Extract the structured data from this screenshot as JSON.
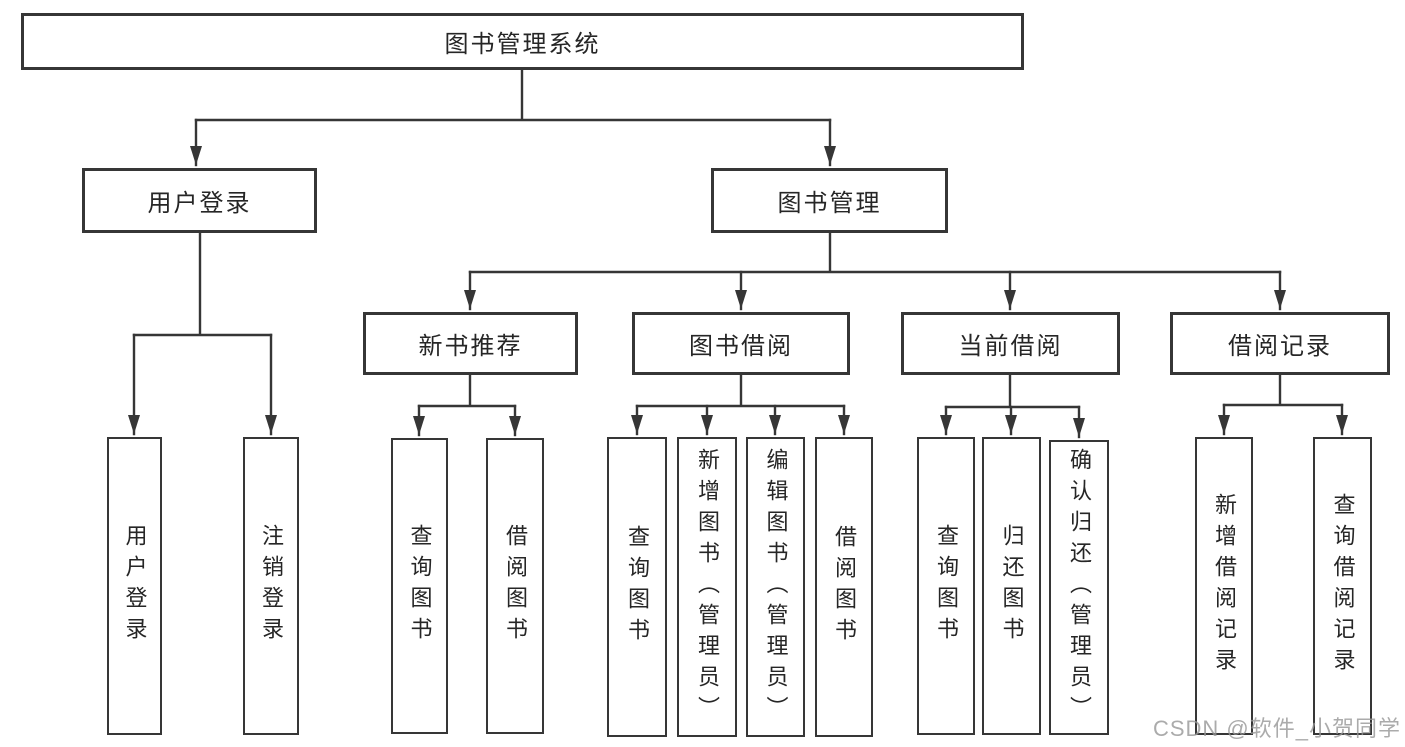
{
  "diagram": {
    "title": "图书管理系统",
    "type": "function-structure-tree",
    "colors": {
      "line": "#363636",
      "border": "#363636",
      "text": "#262626",
      "background": "#ffffff",
      "watermark": "#969696"
    },
    "tree": {
      "label": "图书管理系统",
      "children": [
        {
          "label": "用户登录",
          "children": [
            {
              "label": "用户登录"
            },
            {
              "label": "注销登录"
            }
          ]
        },
        {
          "label": "图书管理",
          "children": [
            {
              "label": "新书推荐",
              "children": [
                {
                  "label": "查询图书"
                },
                {
                  "label": "借阅图书"
                }
              ]
            },
            {
              "label": "图书借阅",
              "children": [
                {
                  "label": "查询图书"
                },
                {
                  "label": "新增图书（管理员）"
                },
                {
                  "label": "编辑图书（管理员）"
                },
                {
                  "label": "借阅图书"
                }
              ]
            },
            {
              "label": "当前借阅",
              "children": [
                {
                  "label": "查询图书"
                },
                {
                  "label": "归还图书"
                },
                {
                  "label": "确认归还（管理员）"
                }
              ]
            },
            {
              "label": "借阅记录",
              "children": [
                {
                  "label": "新增借阅记录"
                },
                {
                  "label": "查询借阅记录"
                }
              ]
            }
          ]
        }
      ]
    },
    "watermark": "CSDN @软件_小贺同学"
  }
}
